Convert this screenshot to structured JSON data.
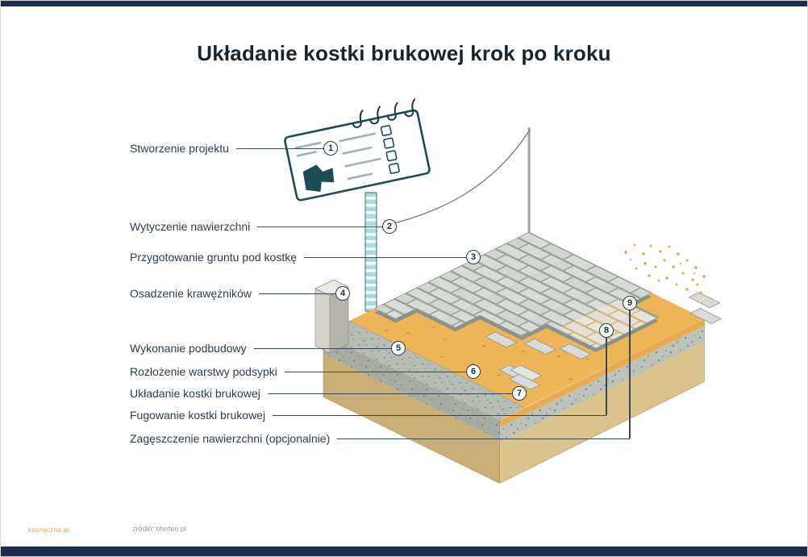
{
  "page": {
    "title": "Układanie kostki brukowej krok po kroku"
  },
  "steps": [
    {
      "num": "1",
      "label": "Stworzenie projektu"
    },
    {
      "num": "2",
      "label": "Wytyczenie nawierzchni"
    },
    {
      "num": "3",
      "label": "Przygotowanie gruntu pod kostkę"
    },
    {
      "num": "4",
      "label": "Osadzenie krawężników"
    },
    {
      "num": "5",
      "label": "Wykonanie podbudowy"
    },
    {
      "num": "6",
      "label": "Rozłożenie warstwy podsypki"
    },
    {
      "num": "7",
      "label": "Układanie kostki brukowej"
    },
    {
      "num": "8",
      "label": "Fugowanie kostki brukowej"
    },
    {
      "num": "9",
      "label": "Zagęszczenie nawierzchni (opcjonalnie)"
    }
  ],
  "footer": {
    "watermark": "kosmiczna.pl",
    "source": "źródło: oferteo.pl"
  },
  "colors": {
    "frame_bar": "#1d2a4d",
    "title_text": "#18242f",
    "label_text": "#2e3d4c",
    "connector": "#3a4754",
    "sand": "#eeb558",
    "gravel": "#b7bcb4",
    "soil": "#c9ae77",
    "paving_block": "#d8dbd6",
    "clipboard_teal": "#1c4c54",
    "ruler_teal": "#a7dbdc",
    "watermark_orange": "#e8a33c"
  }
}
